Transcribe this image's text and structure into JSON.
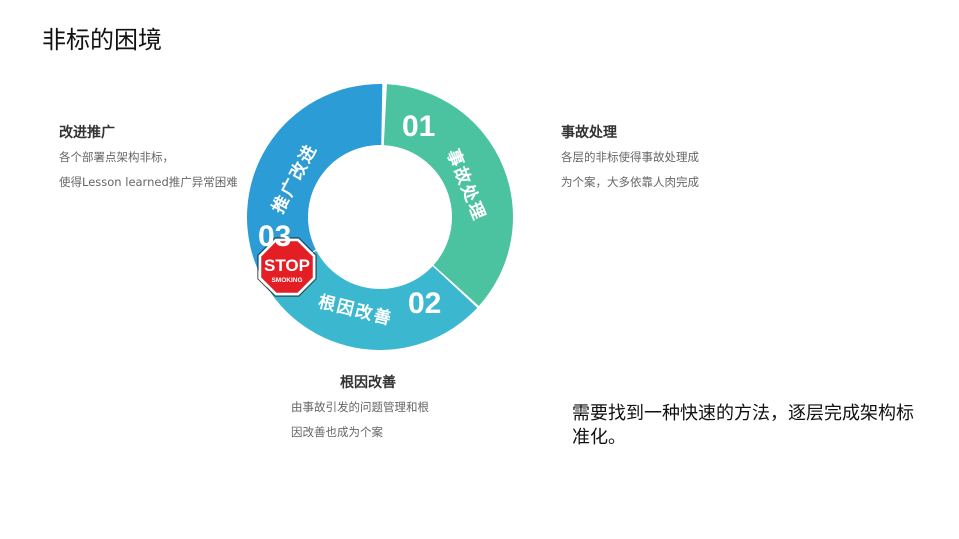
{
  "title": "非标的困境",
  "cycle": {
    "colors": {
      "step1": "#4cc3a0",
      "step2": "#3bb8cf",
      "step3": "#2b9cd6",
      "stop": "#e31e24"
    },
    "steps": [
      {
        "number": "01",
        "label": "事故处理",
        "heading": "事故处理",
        "desc": [
          "各层的非标使得事故处理成",
          "为个案，大多依靠人肉完成"
        ]
      },
      {
        "number": "02",
        "label": "根因改善",
        "heading": "根因改善",
        "desc": [
          "由事故引发的问题管理和根",
          "因改善也成为个案"
        ]
      },
      {
        "number": "03",
        "label": "推广改进",
        "heading": "改进推广",
        "desc": [
          "各个部署点架构非标，",
          "使得Lesson learned推广异常困难"
        ]
      }
    ],
    "stop_sign": {
      "line1": "STOP",
      "line2": "SMOKING"
    }
  },
  "note": "需要找到一种快速的方法，逐层完成架构标准化。"
}
